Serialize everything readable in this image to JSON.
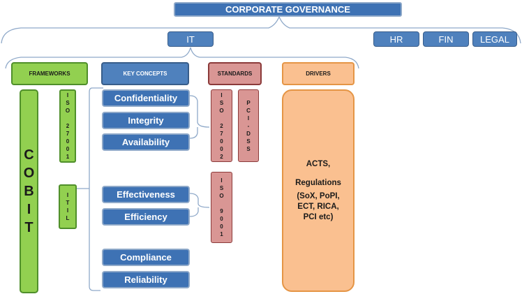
{
  "top": {
    "title": "CORPORATE GOVERNANCE"
  },
  "departments": {
    "it": "IT",
    "hr": "HR",
    "fin": "FIN",
    "legal": "LEGAL"
  },
  "headers": {
    "frameworks": "FRAMEWORKS",
    "key_concepts": "KEY CONCEPTS",
    "standards": "STANDARDS",
    "drivers": "DRIVERS"
  },
  "frameworks": {
    "cobit": [
      "C",
      "O",
      "B",
      "I",
      "T"
    ],
    "iso27001": [
      "I",
      "S",
      "O",
      "",
      "2",
      "7",
      "0",
      "0",
      "1"
    ],
    "itil": [
      "I",
      "T",
      "I",
      "L"
    ]
  },
  "key_concepts": [
    "Confidentiality",
    "Integrity",
    "Availability",
    "Effectiveness",
    "Efficiency",
    "Compliance",
    "Reliability"
  ],
  "standards": {
    "iso27002": [
      "I",
      "S",
      "O",
      "",
      "2",
      "7",
      "0",
      "0",
      "2"
    ],
    "pcidss": [
      "P",
      "C",
      "I",
      "-",
      "D",
      "S",
      "S"
    ],
    "iso9001": [
      "I",
      "S",
      "O",
      "",
      "9",
      "0",
      "0",
      "1"
    ]
  },
  "drivers": {
    "line1": "ACTS,",
    "line2": "Regulations",
    "line3": "(SoX, PoPI,",
    "line4": "ECT, RICA,",
    "line5": "PCI etc)"
  },
  "colors": {
    "blue": "#4f81bd",
    "green": "#92d050",
    "pink": "#d99694",
    "peach": "#fac090"
  }
}
